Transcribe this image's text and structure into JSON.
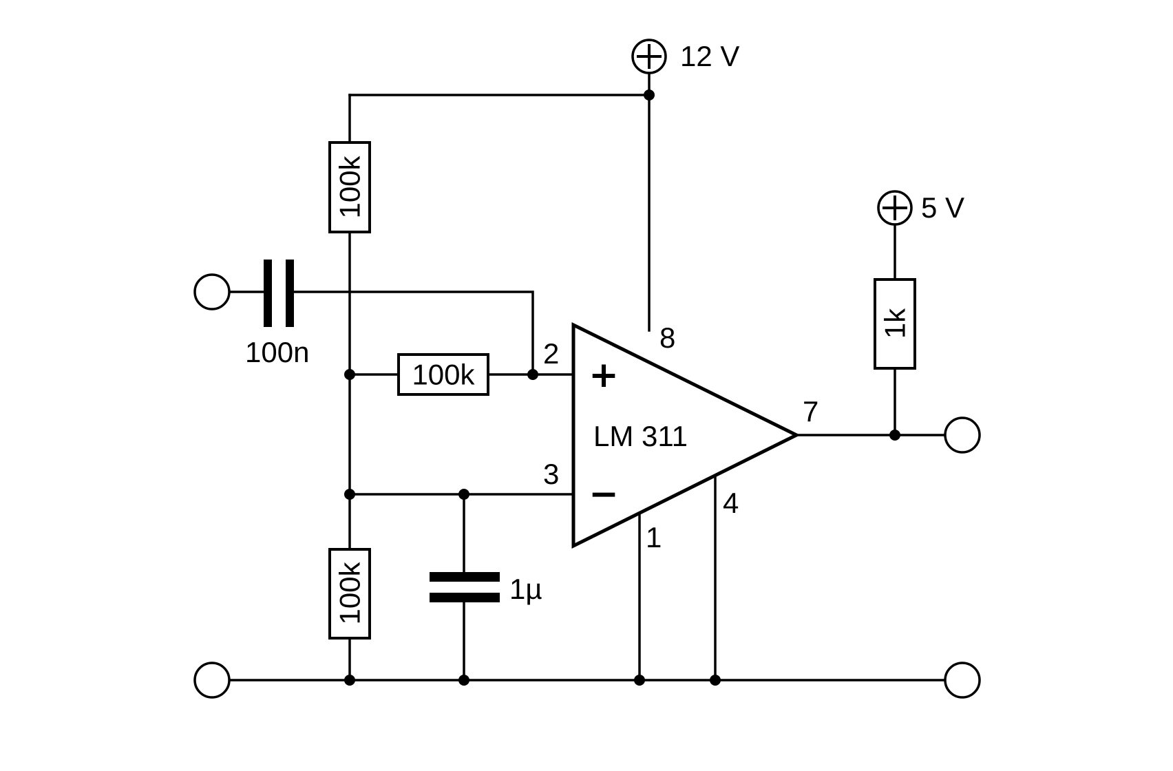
{
  "supplies": {
    "v12": "12 V",
    "v5": "5 V"
  },
  "components": {
    "r_top": "100k",
    "r_feedback": "100k",
    "r_bottom": "100k",
    "r_pullup": "1k",
    "c_input": "100n",
    "c_timing": "1µ"
  },
  "ic": {
    "name": "LM 311",
    "plus_sign": "+",
    "minus_sign": "−",
    "pins": {
      "p1": "1",
      "p2": "2",
      "p3": "3",
      "p4": "4",
      "p7": "7",
      "p8": "8"
    }
  },
  "colors": {
    "ink": "#000000",
    "background": "#ffffff"
  }
}
